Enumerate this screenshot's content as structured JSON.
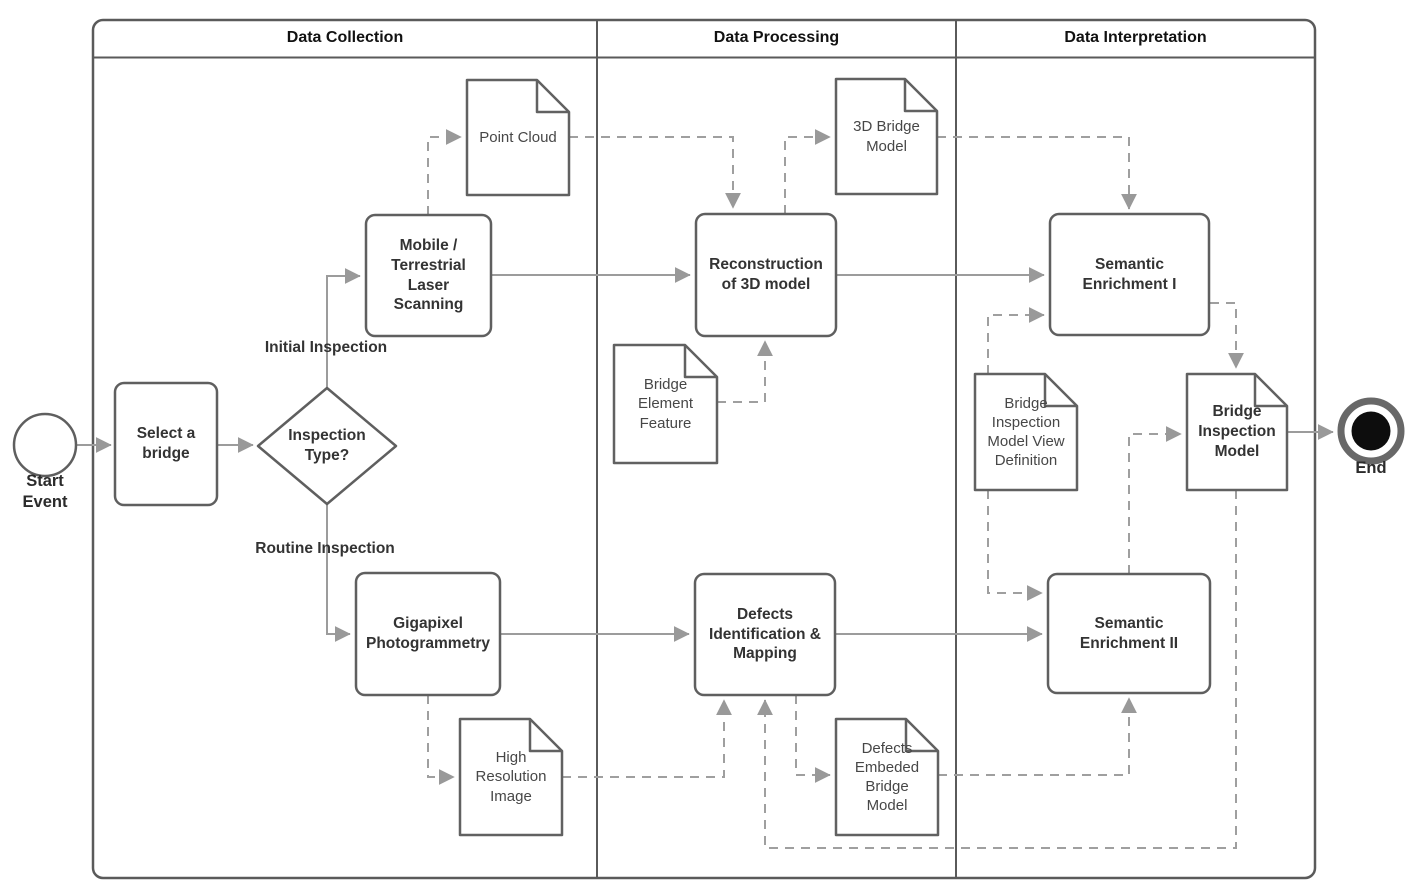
{
  "lanes": {
    "collection": "Data Collection",
    "processing": "Data Processing",
    "interpretation": "Data Interpretation"
  },
  "events": {
    "start": "Start\nEvent",
    "end": "End"
  },
  "gateway": {
    "inspection_type": "Inspection\nType?"
  },
  "branch_labels": {
    "initial": "Initial Inspection",
    "routine": "Routine Inspection"
  },
  "tasks": {
    "select_bridge": "Select a\nbridge",
    "laser_scanning": "Mobile /\nTerrestrial\nLaser\nScanning",
    "gigapixel_photogrammetry": "Gigapixel\nPhotogrammetry",
    "reconstruction_3d": "Reconstruction\nof 3D model",
    "defects_identification": "Defects\nIdentification &\nMapping",
    "semantic_enrichment_1": "Semantic\nEnrichment I",
    "semantic_enrichment_2": "Semantic\nEnrichment II"
  },
  "documents": {
    "point_cloud": "Point Cloud",
    "bridge_model_3d": "3D Bridge\nModel",
    "bridge_element_feature": "Bridge\nElement\nFeature",
    "high_resolution_image": "High\nResolution\nImage",
    "defects_embedded_bridge_model": "Defects\nEmbeded\nBridge\nModel",
    "bridge_inspection_mvd": "Bridge\nInspection\nModel View\nDefinition",
    "bridge_inspection_model": "Bridge\nInspection\nModel"
  },
  "colors": {
    "shape_stroke": "#5f5f5f",
    "lane_stroke": "#5a5a5a",
    "connector": "#9c9c9c",
    "task_text": "#333333",
    "document_text": "#474747",
    "header_text": "#111111",
    "end_event_fill": "#0d0d0d",
    "background": "#ffffff"
  }
}
